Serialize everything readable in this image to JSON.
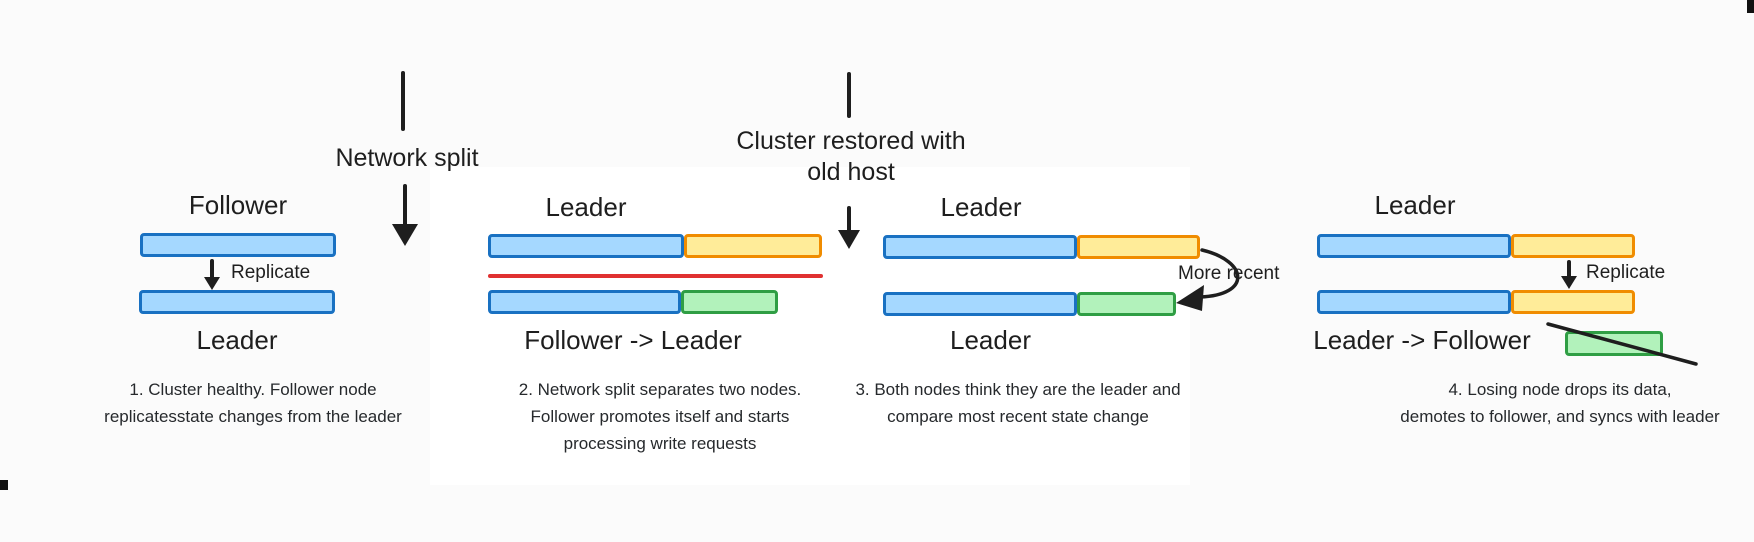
{
  "colors": {
    "blue_fill": "#a5d8ff",
    "blue_stroke": "#1971c2",
    "yellow_fill": "#ffec99",
    "yellow_stroke": "#f08c00",
    "green_fill": "#b2f2bb",
    "green_stroke": "#2f9e44",
    "network_split_line": "#e03131",
    "arrow": "#1e1e1e",
    "text": "#1e1e1e"
  },
  "flow_annotations": {
    "network_split": {
      "label": "Network split"
    },
    "cluster_restored": {
      "lines": [
        "Cluster restored with",
        "old host"
      ]
    }
  },
  "panels": [
    {
      "top_label": "Follower",
      "bottom_label": "Leader",
      "replicate_label": "Replicate",
      "caption": [
        "1. Cluster healthy. Follower node",
        "replicatesstate changes from the leader"
      ]
    },
    {
      "top_label": "Leader",
      "bottom_label": "Follower -> Leader",
      "caption": [
        "2. Network split separates two nodes.",
        "Follower promotes itself and starts",
        "processing write requests"
      ]
    },
    {
      "top_label": "Leader",
      "bottom_label": "Leader",
      "more_recent_label": "More recent",
      "caption": [
        "3. Both nodes think they are the leader and",
        "compare most recent state change"
      ]
    },
    {
      "top_label": "Leader",
      "bottom_label": "Leader -> Follower",
      "replicate_label": "Replicate",
      "caption": [
        "4. Losing node drops its data,",
        "demotes to follower, and syncs with leader"
      ]
    }
  ]
}
